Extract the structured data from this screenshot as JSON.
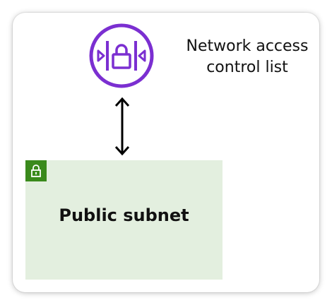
{
  "nacl": {
    "label_line1": "Network access",
    "label_line2": "control list",
    "icon": "network-acl-icon",
    "color": "#7b2fd1"
  },
  "connector": {
    "icon": "double-arrow-vertical-icon",
    "color": "#000000"
  },
  "subnet": {
    "title": "Public subnet",
    "icon": "lock-icon",
    "fill_color": "#e3efdf",
    "badge_color": "#3a8a1c"
  }
}
